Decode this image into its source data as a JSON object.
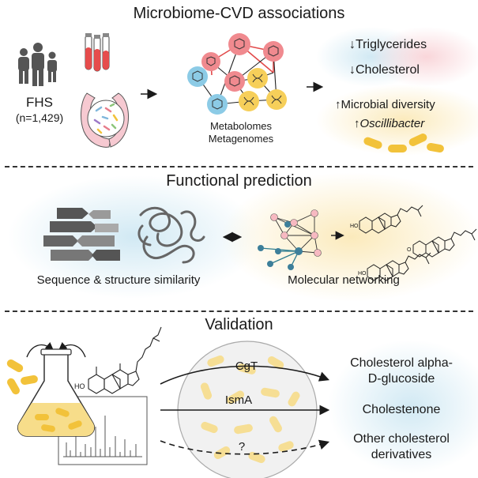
{
  "sections": {
    "s1_title": "Microbiome-CVD associations",
    "s2_title": "Functional prediction",
    "s3_title": "Validation"
  },
  "cohort": {
    "name": "FHS",
    "n": "(n=1,429)"
  },
  "network": {
    "line1": "Metabolomes",
    "line2": "Metagenomes"
  },
  "outcomes": {
    "triglycerides": "Triglycerides",
    "cholesterol": "Cholesterol",
    "diversity": "Microbial diversity",
    "oscillibacter": "Oscillibacter",
    "down_arrow": "↓",
    "up_arrow": "↑"
  },
  "prediction": {
    "similarity": "Sequence & structure similarity",
    "networking": "Molecular networking",
    "sterol_label_1": "HO",
    "sterol_label_2": "HO",
    "sterol_label_3": "O"
  },
  "validation": {
    "enzyme_1": "CgT",
    "enzyme_2": "IsmA",
    "unknown": "?",
    "sterol_label": "HO",
    "product_1": "Cholesterol alpha-D-glucoside",
    "product_1_line1": "Cholesterol alpha-",
    "product_1_line2": "D-glucoside",
    "product_2": "Cholestenone",
    "product_3_line1": "Other cholesterol",
    "product_3_line2": "derivatives"
  },
  "colors": {
    "blue_glow": "#cfe8f3",
    "pink_glow": "#f9d4d8",
    "yellow_glow": "#fbe9b8",
    "node_red": "#f08a8f",
    "node_blue": "#8ccbe6",
    "node_yellow": "#f6cf5a",
    "edge_red": "#e24a4a",
    "bacteria": "#f2c23a"
  }
}
